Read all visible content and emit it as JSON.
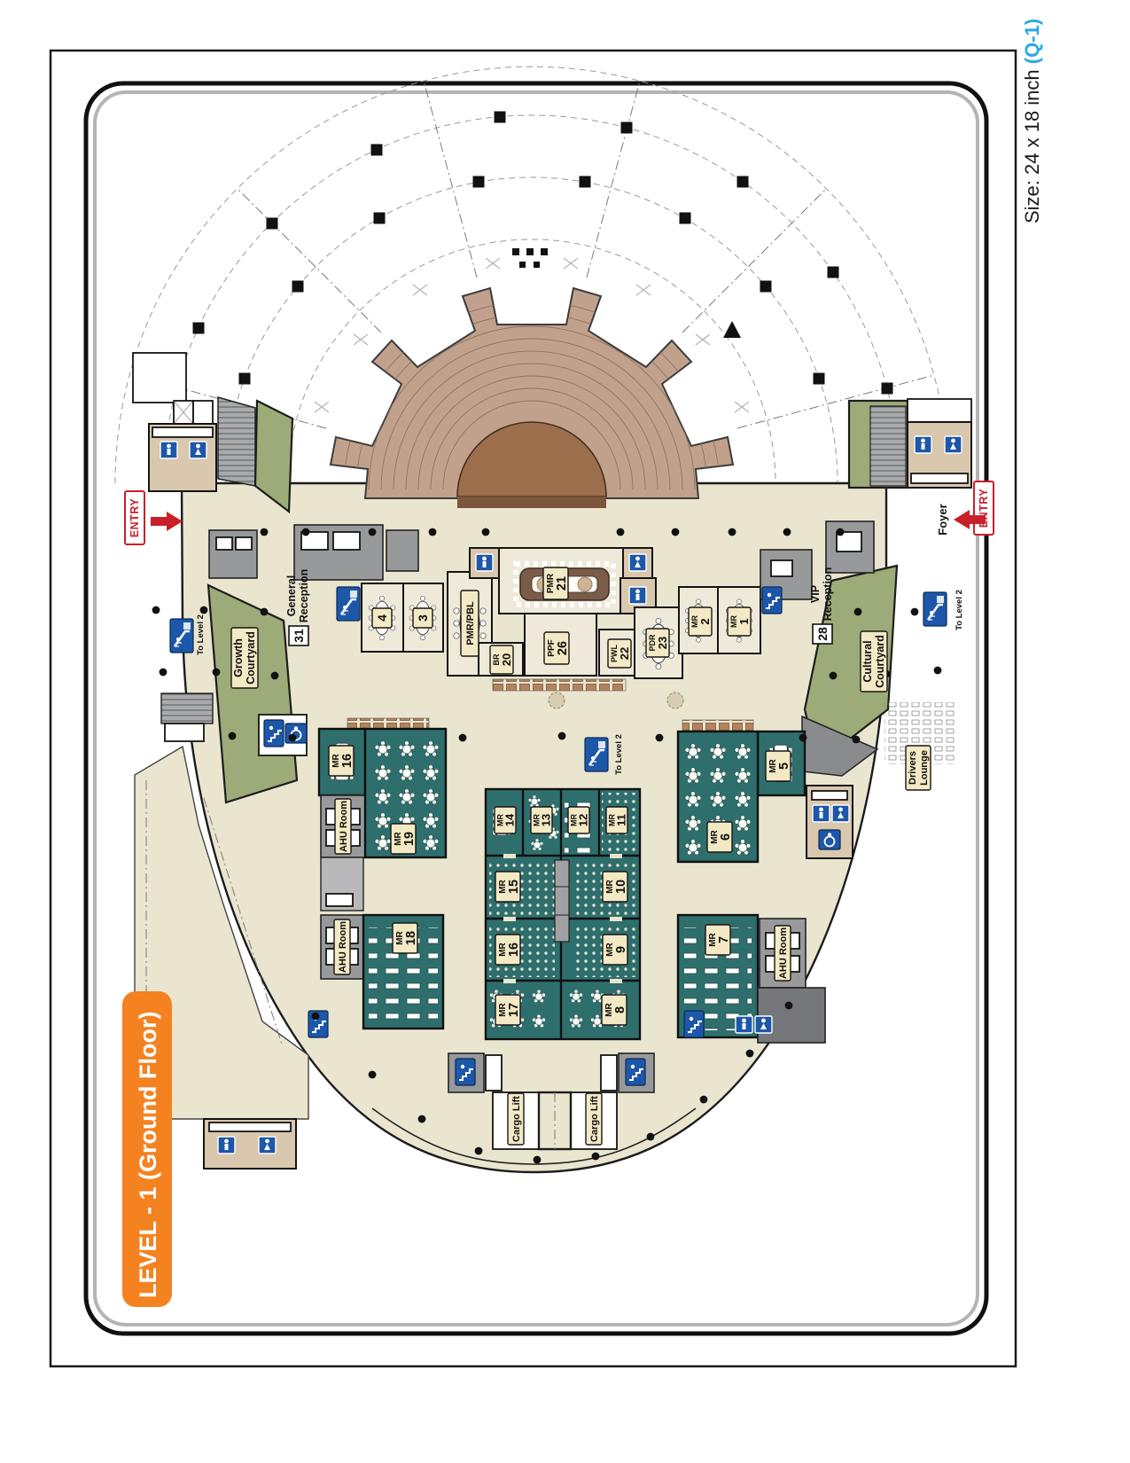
{
  "meta": {
    "size_note": "Size: 24 x 18 inch",
    "size_code": " (Q-1)"
  },
  "title_badge": {
    "level": "LEVEL - 1",
    "floor": " (Ground Floor)"
  },
  "colors": {
    "accent_orange": "#F58220",
    "code_blue": "#29A8E0",
    "entry_red": "#C8202A",
    "sign_blue": "#1D57A9",
    "room_teal": "#2E6F6D",
    "courtyard_green": "#9CAB78",
    "floor_beige": "#EAE5CF",
    "auditorium_tan": "#C2A18C",
    "stage_brown": "#9D6E4B",
    "label_khaki": "#F3E9C4"
  },
  "plan": {
    "entry": "ENTRY",
    "foyer": "Foyer",
    "to_level_2": "To Level 2",
    "courtyards": {
      "growth": {
        "l1": "Growth",
        "l2": "Courtyard"
      },
      "cultural": {
        "l1": "Cultural",
        "l2": "Courtyard"
      }
    },
    "receptions": {
      "general": {
        "num": "31",
        "l1": "General",
        "l2": "Reception"
      },
      "vip": {
        "num": "28",
        "l1": "VIP",
        "l2": "Reception"
      }
    },
    "service": {
      "ahu": "AHU Room",
      "cargo": "Cargo Lift",
      "drivers": {
        "l1": "Drivers",
        "l2": "Lounge"
      }
    },
    "rooms": {
      "r4": "4",
      "r3": "3",
      "pmr_pbl": "PMR/PBL",
      "pmr21": {
        "l1": "PMR",
        "l2": "21"
      },
      "ppf26": {
        "l1": "PPF",
        "l2": "26"
      },
      "br20": {
        "l1": "BR",
        "l2": "20"
      },
      "pwl22": {
        "l1": "PWL",
        "l2": "22"
      },
      "pdr23": {
        "l1": "PDR",
        "l2": "23"
      },
      "mr1": {
        "l1": "MR",
        "l2": "1"
      },
      "mr2": {
        "l1": "MR",
        "l2": "2"
      },
      "mr5": {
        "l1": "MR",
        "l2": "5"
      },
      "mr6": {
        "l1": "MR",
        "l2": "6"
      },
      "mr7": {
        "l1": "MR",
        "l2": "7"
      },
      "mr8": {
        "l1": "MR",
        "l2": "8"
      },
      "mr9": {
        "l1": "MR",
        "l2": "9"
      },
      "mr10": {
        "l1": "MR",
        "l2": "10"
      },
      "mr11": {
        "l1": "MR",
        "l2": "11"
      },
      "mr12": {
        "l1": "MR",
        "l2": "12"
      },
      "mr13": {
        "l1": "MR",
        "l2": "13"
      },
      "mr14": {
        "l1": "MR",
        "l2": "14"
      },
      "mr15": {
        "l1": "MR",
        "l2": "15"
      },
      "mr16_center": {
        "l1": "MR",
        "l2": "16"
      },
      "mr16_left": {
        "l1": "MR",
        "l2": "16"
      },
      "mr17": {
        "l1": "MR",
        "l2": "17"
      },
      "mr18": {
        "l1": "MR",
        "l2": "18"
      },
      "mr19": {
        "l1": "MR",
        "l2": "19"
      }
    }
  }
}
